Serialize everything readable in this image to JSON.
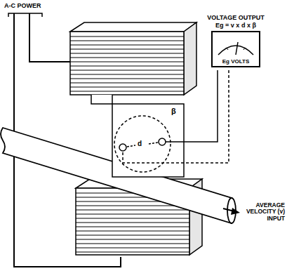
{
  "diagram": {
    "nodes": [
      {
        "text": [
          "VOLTAGE OUTPUT",
          "Eg = v x d x β",
          "Eg VOLTS"
        ]
      }
    ],
    "labels": [
      "A-C POWER",
      "β",
      "d",
      "AVERAGE VELOCITY (v) INPUT"
    ]
  }
}
